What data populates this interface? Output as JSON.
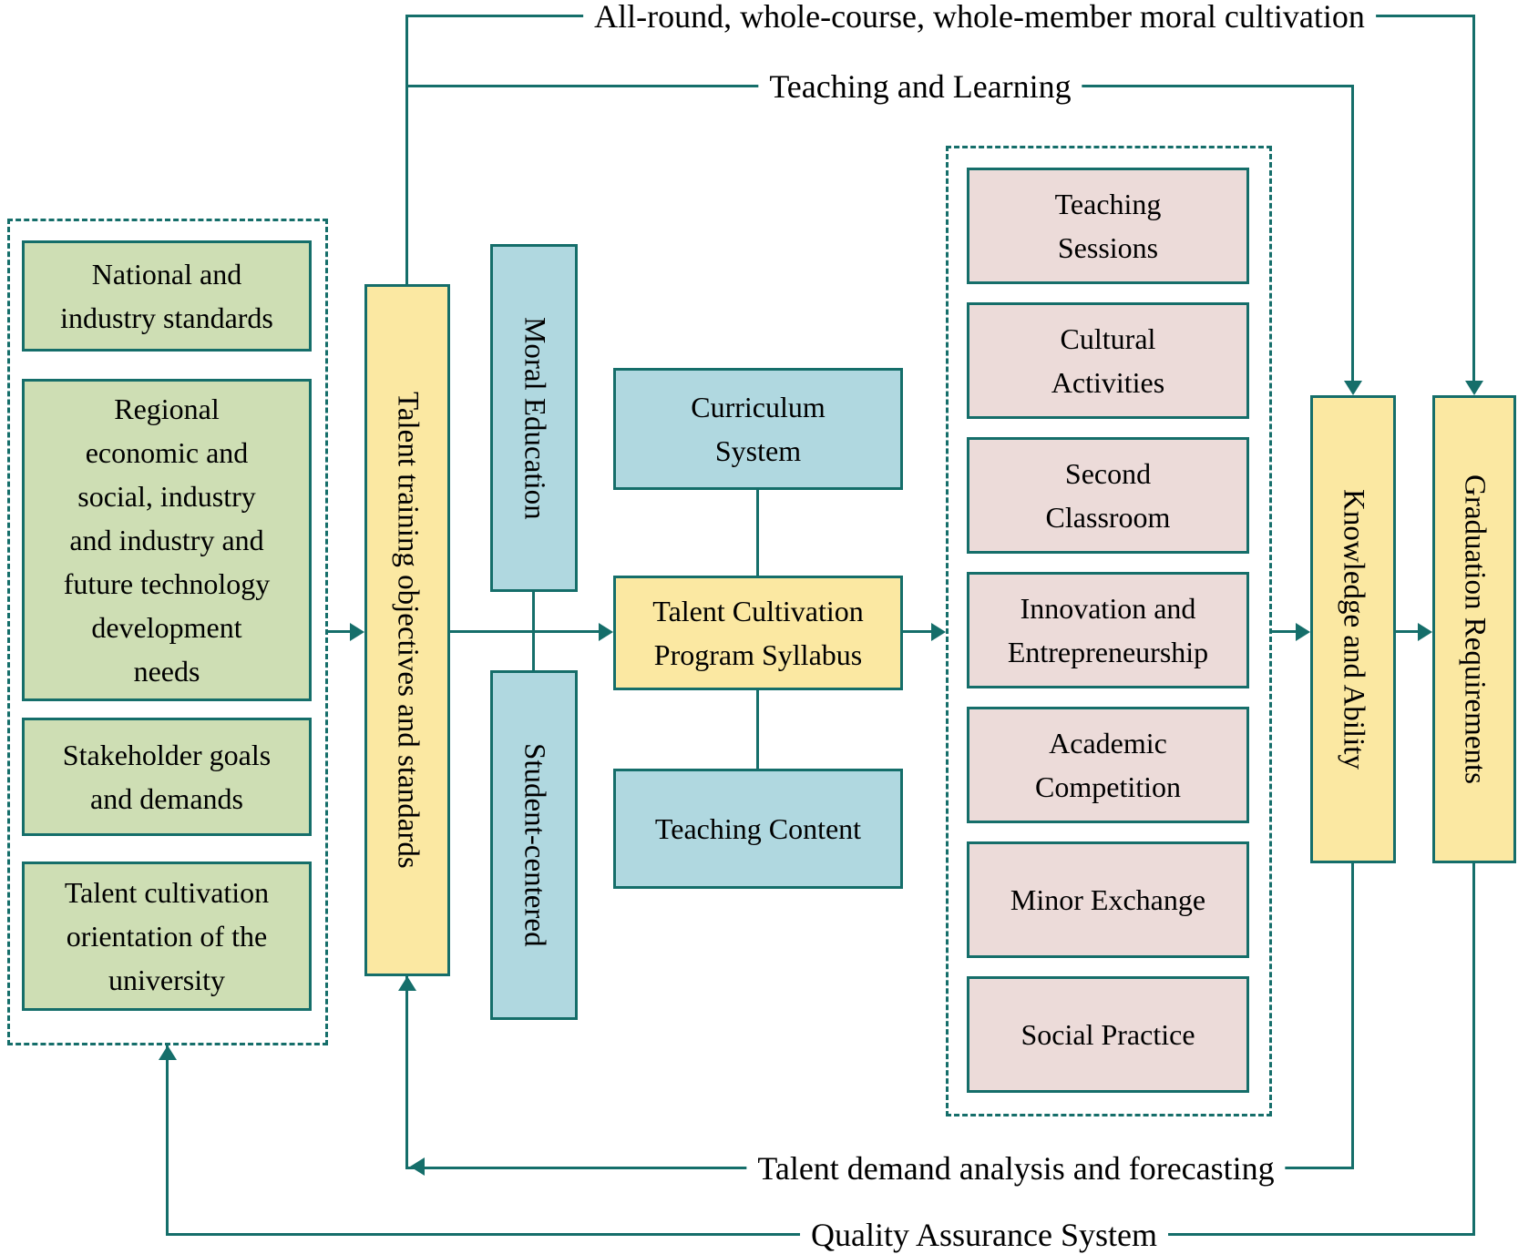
{
  "diagram": {
    "inputs": {
      "items": [
        "National and\nindustry standards",
        "Regional\neconomic and\nsocial, industry\nand industry and\nfuture technology\ndevelopment\nneeds",
        "Stakeholder goals\nand demands",
        "Talent cultivation\norientation of the\nuniversity"
      ]
    },
    "objectives": "Talent training objectives and standards",
    "moral_education": "Moral Education",
    "student_centered": "Student-centered",
    "curriculum_system": "Curriculum\nSystem",
    "syllabus": "Talent Cultivation\nProgram Syllabus",
    "teaching_content": "Teaching Content",
    "activities": {
      "items": [
        "Teaching\nSessions",
        "Cultural\nActivities",
        "Second\nClassroom",
        "Innovation and\nEntrepreneurship",
        "Academic\nCompetition",
        "Minor Exchange",
        "Social Practice"
      ]
    },
    "knowledge_ability": "Knowledge and Ability",
    "graduation_requirements": "Graduation Requirements",
    "flow_labels": {
      "moral_cultivation": "All-round, whole-course, whole-member moral cultivation",
      "teaching_learning": "Teaching and Learning",
      "talent_demand": "Talent demand analysis and forecasting",
      "quality_assurance": "Quality Assurance System"
    },
    "colors": {
      "line": "#156e6a",
      "green_fill": "#cedeb4",
      "yellow_fill": "#fbe8a2",
      "blue_fill": "#b0d8e0",
      "pink_fill": "#ecdbd9"
    }
  }
}
